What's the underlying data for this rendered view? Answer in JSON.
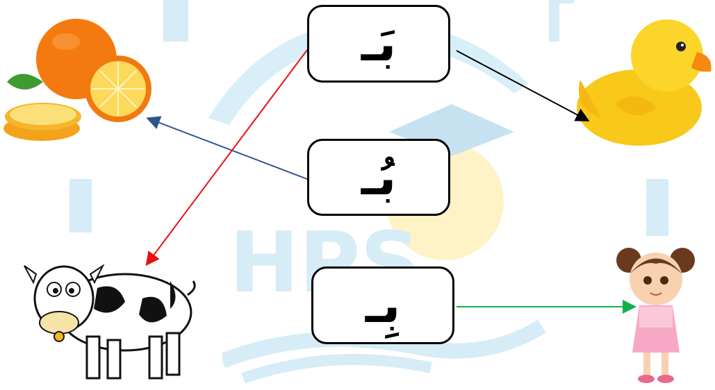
{
  "cards": {
    "fatha": "بَـ",
    "damma": "بُـ",
    "kasra": "بِـ"
  },
  "pictures": [
    "orange",
    "duck",
    "cow",
    "girl"
  ],
  "colors": {
    "watermark_blue": "#d6ecf6",
    "watermark_yellow": "#fdf3c6",
    "line_black": "#000000",
    "line_blue": "#2e5590",
    "line_red": "#e81010",
    "line_green": "#12b04a"
  }
}
